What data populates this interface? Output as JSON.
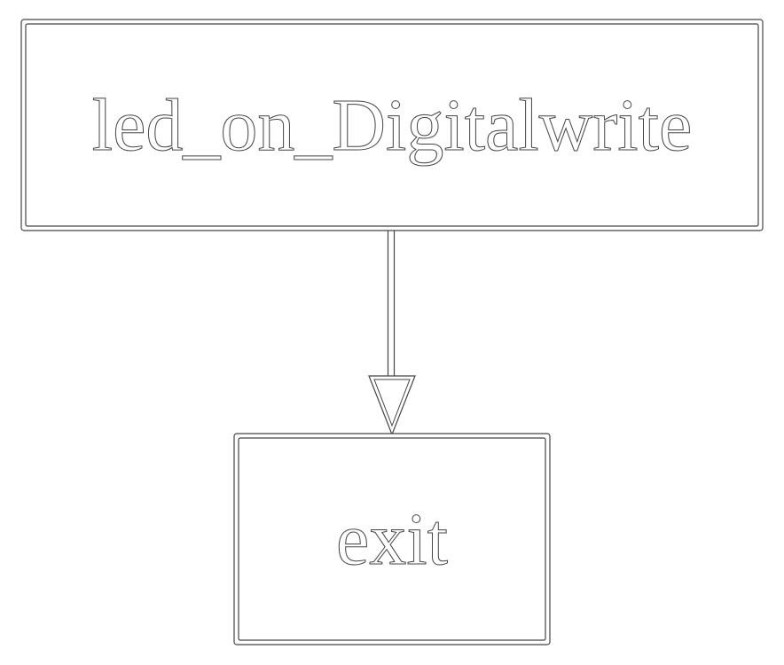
{
  "diagram": {
    "nodes": [
      {
        "id": "led_on_Digitalwrite",
        "label": "led_on_Digitalwrite"
      },
      {
        "id": "exit",
        "label": "exit"
      }
    ],
    "edges": [
      {
        "from": "led_on_Digitalwrite",
        "to": "exit"
      }
    ],
    "colors": {
      "background": "#ffffff",
      "outline": "#444444",
      "fill": "#ffffff"
    }
  }
}
